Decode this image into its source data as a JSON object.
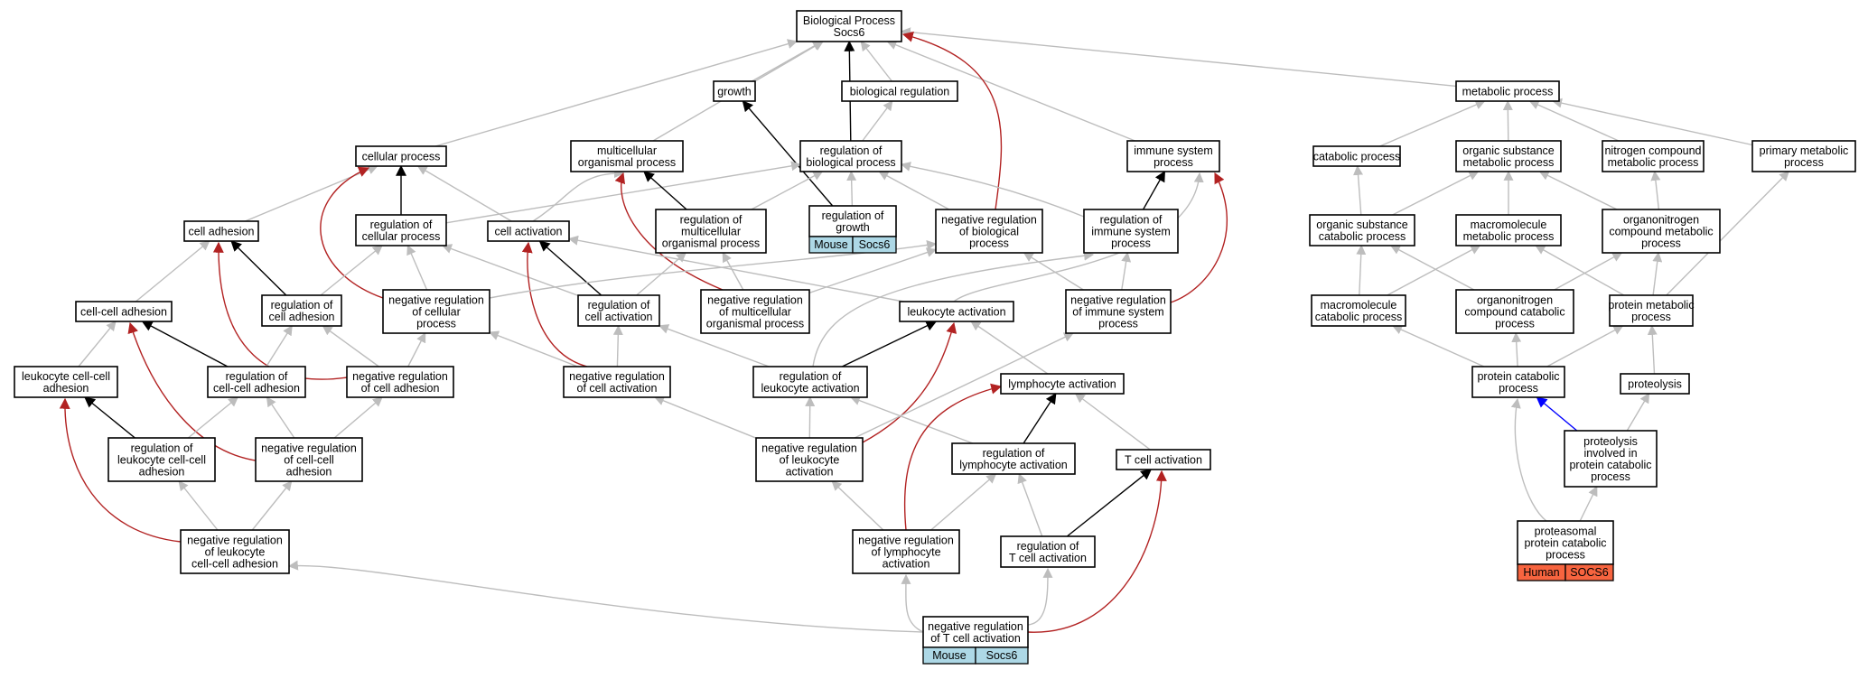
{
  "colors": {
    "is_a": "#bdbdbd",
    "part_of": "#000000",
    "negatively_regulates": "#b22222",
    "has_part": "#0000ff",
    "mouse_badge": "#add8e6",
    "human_badge": "#f7643f"
  },
  "nodes": [
    {
      "id": "bp",
      "lines": [
        "Biological Process",
        "Socs6"
      ]
    },
    {
      "id": "growth",
      "lines": [
        "growth"
      ]
    },
    {
      "id": "bioreg",
      "lines": [
        "biological regulation"
      ]
    },
    {
      "id": "metab",
      "lines": [
        "metabolic process"
      ]
    },
    {
      "id": "cellproc",
      "lines": [
        "cellular process"
      ]
    },
    {
      "id": "multiorg",
      "lines": [
        "multicellular",
        "organismal process"
      ]
    },
    {
      "id": "regbio",
      "lines": [
        "regulation of",
        "biological process"
      ]
    },
    {
      "id": "immune",
      "lines": [
        "immune system",
        "process"
      ]
    },
    {
      "id": "catab",
      "lines": [
        "catabolic process"
      ]
    },
    {
      "id": "orgsubmet",
      "lines": [
        "organic substance",
        "metabolic process"
      ]
    },
    {
      "id": "nitromet",
      "lines": [
        "nitrogen compound",
        "metabolic process"
      ]
    },
    {
      "id": "primmet",
      "lines": [
        "primary metabolic",
        "process"
      ]
    },
    {
      "id": "celladh",
      "lines": [
        "cell adhesion"
      ]
    },
    {
      "id": "regcell",
      "lines": [
        "regulation of",
        "cellular process"
      ]
    },
    {
      "id": "cellact",
      "lines": [
        "cell activation"
      ]
    },
    {
      "id": "regmulti",
      "lines": [
        "regulation of",
        "multicellular",
        "organismal process"
      ]
    },
    {
      "id": "reggrowth",
      "lines": [
        "regulation of",
        "growth"
      ],
      "badge": [
        "Mouse",
        "Socs6"
      ],
      "badge_color": "mouse"
    },
    {
      "id": "negregbio",
      "lines": [
        "negative regulation",
        "of biological",
        "process"
      ]
    },
    {
      "id": "regimmune",
      "lines": [
        "regulation of",
        "immune system",
        "process"
      ]
    },
    {
      "id": "orgsubcat",
      "lines": [
        "organic substance",
        "catabolic process"
      ]
    },
    {
      "id": "macromet",
      "lines": [
        "macromolecule",
        "metabolic process"
      ]
    },
    {
      "id": "orgnitromet",
      "lines": [
        "organonitrogen",
        "compound metabolic",
        "process"
      ]
    },
    {
      "id": "ccadh",
      "lines": [
        "cell-cell adhesion"
      ]
    },
    {
      "id": "regcelladh",
      "lines": [
        "regulation of",
        "cell adhesion"
      ]
    },
    {
      "id": "negregcell",
      "lines": [
        "negative regulation",
        "of cellular",
        "process"
      ]
    },
    {
      "id": "regcellact",
      "lines": [
        "regulation of",
        "cell activation"
      ]
    },
    {
      "id": "negregmulti",
      "lines": [
        "negative regulation",
        "of multicellular",
        "organismal process"
      ]
    },
    {
      "id": "leukact",
      "lines": [
        "leukocyte activation"
      ]
    },
    {
      "id": "negregimm",
      "lines": [
        "negative regulation",
        "of immune system",
        "process"
      ]
    },
    {
      "id": "macrocat",
      "lines": [
        "macromolecule",
        "catabolic process"
      ]
    },
    {
      "id": "orgnitrocat",
      "lines": [
        "organonitrogen",
        "compound catabolic",
        "process"
      ]
    },
    {
      "id": "protmet",
      "lines": [
        "protein metabolic",
        "process"
      ]
    },
    {
      "id": "lccadh",
      "lines": [
        "leukocyte cell-cell",
        "adhesion"
      ]
    },
    {
      "id": "regccadh",
      "lines": [
        "regulation of",
        "cell-cell adhesion"
      ]
    },
    {
      "id": "negregcelladh",
      "lines": [
        "negative regulation",
        "of cell adhesion"
      ]
    },
    {
      "id": "negregcellact",
      "lines": [
        "negative regulation",
        "of cell activation"
      ]
    },
    {
      "id": "regleuk",
      "lines": [
        "regulation of",
        "leukocyte activation"
      ]
    },
    {
      "id": "lymphact",
      "lines": [
        "lymphocyte activation"
      ]
    },
    {
      "id": "protcat",
      "lines": [
        "protein catabolic",
        "process"
      ]
    },
    {
      "id": "proteolysis",
      "lines": [
        "proteolysis"
      ]
    },
    {
      "id": "reglccadh",
      "lines": [
        "regulation of",
        "leukocyte cell-cell",
        "adhesion"
      ]
    },
    {
      "id": "negregccadh",
      "lines": [
        "negative regulation",
        "of cell-cell",
        "adhesion"
      ]
    },
    {
      "id": "negregleuk",
      "lines": [
        "negative regulation",
        "of leukocyte",
        "activation"
      ]
    },
    {
      "id": "reglymph",
      "lines": [
        "regulation of",
        "lymphocyte activation"
      ]
    },
    {
      "id": "tcellact",
      "lines": [
        "T cell activation"
      ]
    },
    {
      "id": "protprotcat",
      "lines": [
        "proteolysis",
        "involved in",
        "protein catabolic",
        "process"
      ]
    },
    {
      "id": "negreglccadh",
      "lines": [
        "negative regulation",
        "of leukocyte",
        "cell-cell adhesion"
      ]
    },
    {
      "id": "negreglymph",
      "lines": [
        "negative regulation",
        "of lymphocyte",
        "activation"
      ]
    },
    {
      "id": "regtcell",
      "lines": [
        "regulation of",
        "T cell activation"
      ]
    },
    {
      "id": "proteasomal",
      "lines": [
        "proteasomal",
        "protein catabolic",
        "process"
      ],
      "badge": [
        "Human",
        "SOCS6"
      ],
      "badge_color": "human"
    },
    {
      "id": "negregtcell",
      "lines": [
        "negative regulation",
        "of T cell activation"
      ],
      "badge": [
        "Mouse",
        "Socs6"
      ],
      "badge_color": "mouse"
    }
  ],
  "edges": [
    {
      "from": "growth",
      "to": "bp",
      "type": "is_a"
    },
    {
      "from": "bioreg",
      "to": "bp",
      "type": "is_a"
    },
    {
      "from": "metab",
      "to": "bp",
      "type": "is_a"
    },
    {
      "from": "cellproc",
      "to": "bp",
      "type": "is_a"
    },
    {
      "from": "multiorg",
      "to": "bp",
      "type": "is_a"
    },
    {
      "from": "immune",
      "to": "bp",
      "type": "is_a"
    },
    {
      "from": "regbio",
      "to": "bp",
      "type": "part_of"
    },
    {
      "from": "regbio",
      "to": "bioreg",
      "type": "is_a"
    },
    {
      "from": "negregbio",
      "to": "bp",
      "type": "negatively_regulates"
    },
    {
      "from": "reggrowth",
      "to": "growth",
      "type": "part_of"
    },
    {
      "from": "reggrowth",
      "to": "regbio",
      "type": "is_a"
    },
    {
      "from": "catab",
      "to": "metab",
      "type": "is_a"
    },
    {
      "from": "orgsubmet",
      "to": "metab",
      "type": "is_a"
    },
    {
      "from": "nitromet",
      "to": "metab",
      "type": "is_a"
    },
    {
      "from": "primmet",
      "to": "metab",
      "type": "is_a"
    },
    {
      "from": "celladh",
      "to": "cellproc",
      "type": "is_a"
    },
    {
      "from": "regcell",
      "to": "cellproc",
      "type": "part_of"
    },
    {
      "from": "cellact",
      "to": "cellproc",
      "type": "is_a"
    },
    {
      "from": "negregcell",
      "to": "cellproc",
      "type": "negatively_regulates"
    },
    {
      "from": "regcell",
      "to": "regbio",
      "type": "is_a"
    },
    {
      "from": "cellact",
      "to": "multiorg",
      "type": "is_a"
    },
    {
      "from": "regmulti",
      "to": "multiorg",
      "type": "part_of"
    },
    {
      "from": "regmulti",
      "to": "regbio",
      "type": "is_a"
    },
    {
      "from": "negregmulti",
      "to": "multiorg",
      "type": "negatively_regulates"
    },
    {
      "from": "negregbio",
      "to": "regbio",
      "type": "is_a"
    },
    {
      "from": "regimmune",
      "to": "regbio",
      "type": "is_a"
    },
    {
      "from": "regimmune",
      "to": "immune",
      "type": "part_of"
    },
    {
      "from": "leukact",
      "to": "immune",
      "type": "is_a"
    },
    {
      "from": "negregimm",
      "to": "immune",
      "type": "negatively_regulates"
    },
    {
      "from": "orgsubcat",
      "to": "catab",
      "type": "is_a"
    },
    {
      "from": "orgsubcat",
      "to": "orgsubmet",
      "type": "is_a"
    },
    {
      "from": "macromet",
      "to": "orgsubmet",
      "type": "is_a"
    },
    {
      "from": "orgnitromet",
      "to": "orgsubmet",
      "type": "is_a"
    },
    {
      "from": "orgnitromet",
      "to": "nitromet",
      "type": "is_a"
    },
    {
      "from": "protmet",
      "to": "primmet",
      "type": "is_a"
    },
    {
      "from": "ccadh",
      "to": "celladh",
      "type": "is_a"
    },
    {
      "from": "regcelladh",
      "to": "celladh",
      "type": "part_of"
    },
    {
      "from": "negregcelladh",
      "to": "celladh",
      "type": "negatively_regulates"
    },
    {
      "from": "regcelladh",
      "to": "regcell",
      "type": "is_a"
    },
    {
      "from": "negregcell",
      "to": "regcell",
      "type": "is_a"
    },
    {
      "from": "regcellact",
      "to": "regcell",
      "type": "is_a"
    },
    {
      "from": "leukact",
      "to": "cellact",
      "type": "is_a"
    },
    {
      "from": "regcellact",
      "to": "cellact",
      "type": "part_of"
    },
    {
      "from": "negregcellact",
      "to": "cellact",
      "type": "negatively_regulates"
    },
    {
      "from": "regcellact",
      "to": "regmulti",
      "type": "is_a"
    },
    {
      "from": "negregmulti",
      "to": "regmulti",
      "type": "is_a"
    },
    {
      "from": "negregcell",
      "to": "negregbio",
      "type": "is_a"
    },
    {
      "from": "negregmulti",
      "to": "negregbio",
      "type": "is_a"
    },
    {
      "from": "negregimm",
      "to": "negregbio",
      "type": "is_a"
    },
    {
      "from": "negregimm",
      "to": "regimmune",
      "type": "is_a"
    },
    {
      "from": "regleuk",
      "to": "regimmune",
      "type": "is_a"
    },
    {
      "from": "macrocat",
      "to": "orgsubcat",
      "type": "is_a"
    },
    {
      "from": "orgnitrocat",
      "to": "orgsubcat",
      "type": "is_a"
    },
    {
      "from": "macrocat",
      "to": "macromet",
      "type": "is_a"
    },
    {
      "from": "protmet",
      "to": "macromet",
      "type": "is_a"
    },
    {
      "from": "orgnitrocat",
      "to": "orgnitromet",
      "type": "is_a"
    },
    {
      "from": "protmet",
      "to": "orgnitromet",
      "type": "is_a"
    },
    {
      "from": "lccadh",
      "to": "ccadh",
      "type": "is_a"
    },
    {
      "from": "regccadh",
      "to": "ccadh",
      "type": "part_of"
    },
    {
      "from": "negregccadh",
      "to": "ccadh",
      "type": "negatively_regulates"
    },
    {
      "from": "regccadh",
      "to": "regcelladh",
      "type": "is_a"
    },
    {
      "from": "negregcelladh",
      "to": "regcelladh",
      "type": "is_a"
    },
    {
      "from": "negregcelladh",
      "to": "negregcell",
      "type": "is_a"
    },
    {
      "from": "negregcellact",
      "to": "negregcell",
      "type": "is_a"
    },
    {
      "from": "negregcellact",
      "to": "regcellact",
      "type": "is_a"
    },
    {
      "from": "regleuk",
      "to": "regcellact",
      "type": "is_a"
    },
    {
      "from": "lymphact",
      "to": "leukact",
      "type": "is_a"
    },
    {
      "from": "regleuk",
      "to": "leukact",
      "type": "part_of"
    },
    {
      "from": "negregleuk",
      "to": "leukact",
      "type": "negatively_regulates"
    },
    {
      "from": "protcat",
      "to": "macrocat",
      "type": "is_a"
    },
    {
      "from": "protcat",
      "to": "orgnitrocat",
      "type": "is_a"
    },
    {
      "from": "protcat",
      "to": "protmet",
      "type": "is_a"
    },
    {
      "from": "proteolysis",
      "to": "protmet",
      "type": "is_a"
    },
    {
      "from": "reglccadh",
      "to": "lccadh",
      "type": "part_of"
    },
    {
      "from": "negreglccadh",
      "to": "lccadh",
      "type": "negatively_regulates"
    },
    {
      "from": "reglccadh",
      "to": "regccadh",
      "type": "is_a"
    },
    {
      "from": "negregccadh",
      "to": "regccadh",
      "type": "is_a"
    },
    {
      "from": "negregccadh",
      "to": "negregcelladh",
      "type": "is_a"
    },
    {
      "from": "negregleuk",
      "to": "negregcellact",
      "type": "is_a"
    },
    {
      "from": "negregleuk",
      "to": "regleuk",
      "type": "is_a"
    },
    {
      "from": "reglymph",
      "to": "regleuk",
      "type": "is_a"
    },
    {
      "from": "negregleuk",
      "to": "negregimm",
      "type": "is_a"
    },
    {
      "from": "tcellact",
      "to": "lymphact",
      "type": "is_a"
    },
    {
      "from": "reglymph",
      "to": "lymphact",
      "type": "part_of"
    },
    {
      "from": "negreglymph",
      "to": "lymphact",
      "type": "negatively_regulates"
    },
    {
      "from": "protprotcat",
      "to": "protcat",
      "type": "has_part"
    },
    {
      "from": "protprotcat",
      "to": "proteolysis",
      "type": "is_a"
    },
    {
      "from": "negreglccadh",
      "to": "reglccadh",
      "type": "is_a"
    },
    {
      "from": "negreglccadh",
      "to": "negregccadh",
      "type": "is_a"
    },
    {
      "from": "negreglymph",
      "to": "negregleuk",
      "type": "is_a"
    },
    {
      "from": "negreglymph",
      "to": "reglymph",
      "type": "is_a"
    },
    {
      "from": "regtcell",
      "to": "reglymph",
      "type": "is_a"
    },
    {
      "from": "regtcell",
      "to": "tcellact",
      "type": "part_of"
    },
    {
      "from": "proteasomal",
      "to": "protprotcat",
      "type": "is_a"
    },
    {
      "from": "proteasomal",
      "to": "protcat",
      "type": "is_a"
    },
    {
      "from": "negregtcell",
      "to": "negreglccadh",
      "type": "is_a"
    },
    {
      "from": "negregtcell",
      "to": "negreglymph",
      "type": "is_a"
    },
    {
      "from": "negregtcell",
      "to": "regtcell",
      "type": "is_a"
    },
    {
      "from": "negregtcell",
      "to": "tcellact",
      "type": "negatively_regulates"
    }
  ]
}
